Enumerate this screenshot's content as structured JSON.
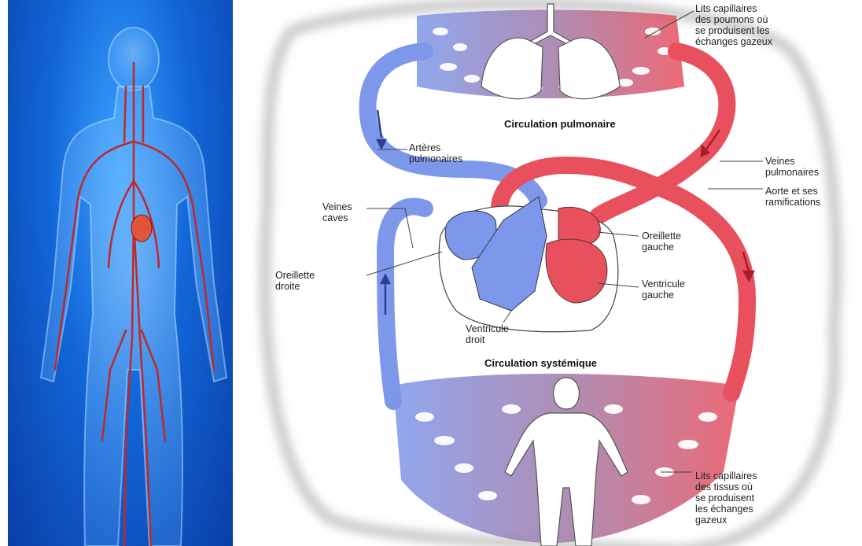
{
  "colors": {
    "artery_red": "#e8505e",
    "vein_blue": "#7d97ea",
    "capillary_purple": "#a07aa8",
    "body_bg_blue": "#1266d8"
  },
  "figure": {
    "left_image": "human-body-blood-vessels",
    "titles": {
      "pulmonary": "Circulation pulmonaire",
      "systemic": "Circulation systémique"
    },
    "labels": {
      "lung_capillaries": "Lits capillaires\ndes poumons où\nse produisent les\néchanges gazeux",
      "pulmonary_arteries": "Artères\npulmonaires",
      "pulmonary_veins": "Veines\npulmonaires",
      "aorta": "Aorte et ses\nramifications",
      "venae_cavae": "Veines\ncaves",
      "left_atrium": "Oreillette\ngauche",
      "right_atrium": "Oreillette\ndroite",
      "left_ventricle": "Ventricule\ngauche",
      "right_ventricle": "Ventricule\ndroit",
      "tissue_capillaries": "Lits capillaires\ndes tissus où\nse produisent\nles échanges\ngazeux"
    }
  }
}
